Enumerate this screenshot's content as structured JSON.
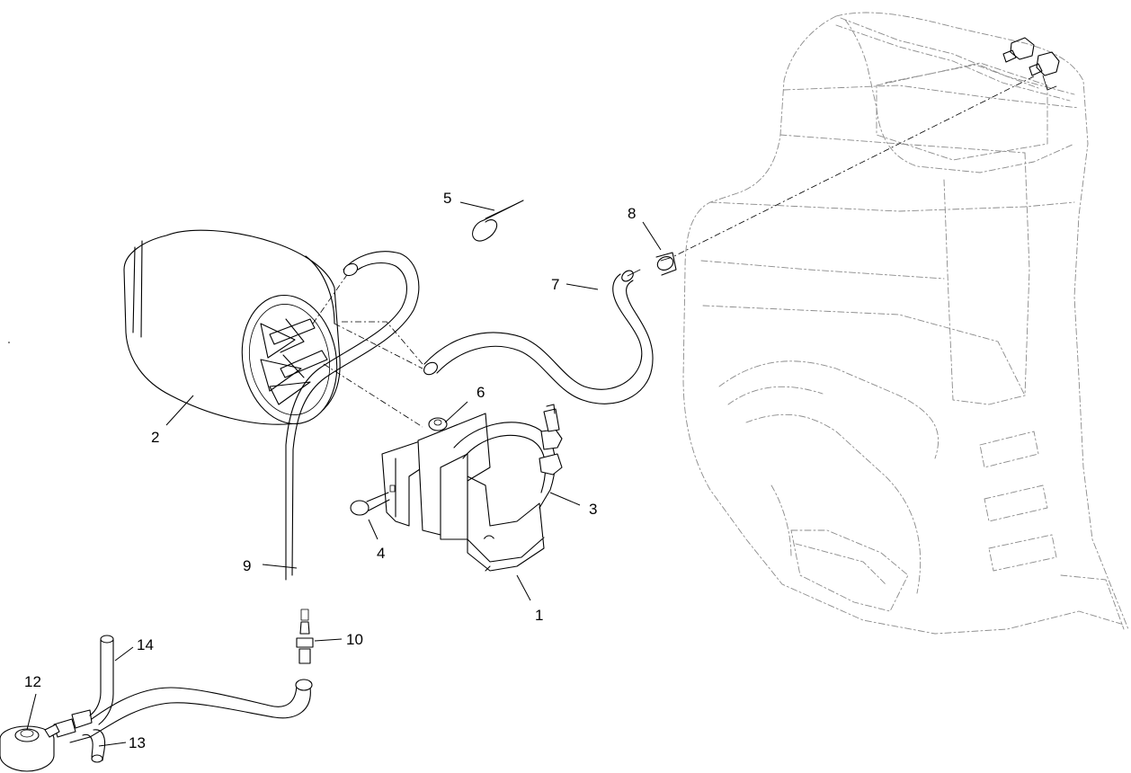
{
  "callouts": [
    {
      "id": "c1",
      "text": "1"
    },
    {
      "id": "c2",
      "text": "2"
    },
    {
      "id": "c3",
      "text": "3"
    },
    {
      "id": "c4",
      "text": "4"
    },
    {
      "id": "c5",
      "text": "5"
    },
    {
      "id": "c6",
      "text": "6"
    },
    {
      "id": "c7",
      "text": "7"
    },
    {
      "id": "c8",
      "text": "8"
    },
    {
      "id": "c9",
      "text": "9"
    },
    {
      "id": "c10",
      "text": "10"
    },
    {
      "id": "c11",
      "text": "12"
    },
    {
      "id": "c12",
      "text": "13"
    },
    {
      "id": "c13",
      "text": "14"
    }
  ],
  "colors": {
    "line": "#000000",
    "ghost": "#8a8a8a",
    "background": "#ffffff"
  }
}
